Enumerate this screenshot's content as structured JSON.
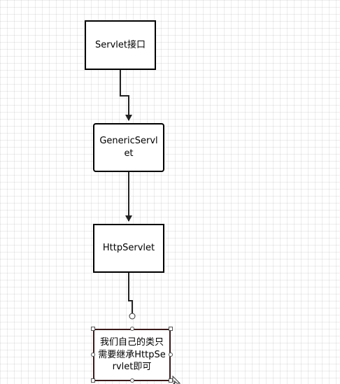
{
  "diagram": {
    "nodes": [
      {
        "id": "servlet-interface",
        "label": "Servlet接口"
      },
      {
        "id": "generic-servlet",
        "label": "GenericServlet"
      },
      {
        "id": "http-servlet",
        "label": "HttpServlet"
      },
      {
        "id": "own-class",
        "label": "我们自己的类只需要继承HttpServlet即可"
      }
    ],
    "edges": [
      {
        "from": "servlet-interface",
        "to": "generic-servlet"
      },
      {
        "from": "generic-servlet",
        "to": "http-servlet"
      },
      {
        "from": "http-servlet",
        "to": "own-class"
      }
    ],
    "selected_node": "own-class"
  }
}
